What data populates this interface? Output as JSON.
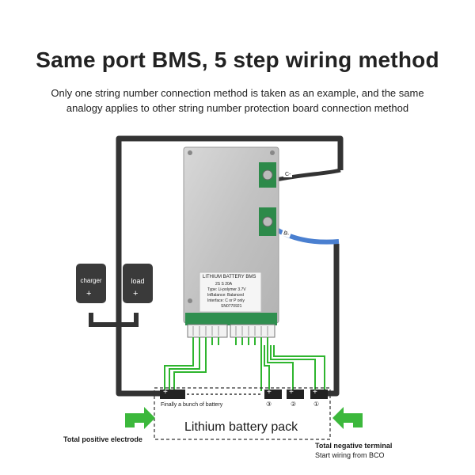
{
  "header": {
    "title": "Same port BMS, 5 step wiring method",
    "subtitle_line1": "Only one string number connection method is taken as an example, and the same",
    "subtitle_line2": "analogy applies to other string number protection board connection method"
  },
  "bms": {
    "label_title": "LITHIUM BATTERY BMS",
    "spec_line1": "2S S     20A",
    "spec_line2": "Type:   Li-polymer 3.7V",
    "spec_line3": "InBalance:  Balanced",
    "spec_line4": "Interface:  C or P only",
    "spec_line5": "SN0770921",
    "port_c_label": "C-",
    "port_b_label": "B-"
  },
  "devices": {
    "charger_label": "charger",
    "charger_sign": "+",
    "load_label": "load",
    "load_sign": "+"
  },
  "battery": {
    "pack_label": "Lithium battery pack",
    "last_cell_label": "Finally a bunch of battery",
    "cell_marks": [
      "③",
      "②",
      "①"
    ],
    "cell_sign": "+"
  },
  "annotations": {
    "positive_label": "Total positive electrode",
    "negative_label_line1": "Total negative terminal",
    "negative_label_line2": "Start wiring from BCO"
  },
  "colors": {
    "wire": "#333333",
    "blue_wire": "#4a7fd0",
    "balance_wire": "#2fb52f",
    "arrow": "#3cb83c",
    "board": "#c9c9c9"
  }
}
